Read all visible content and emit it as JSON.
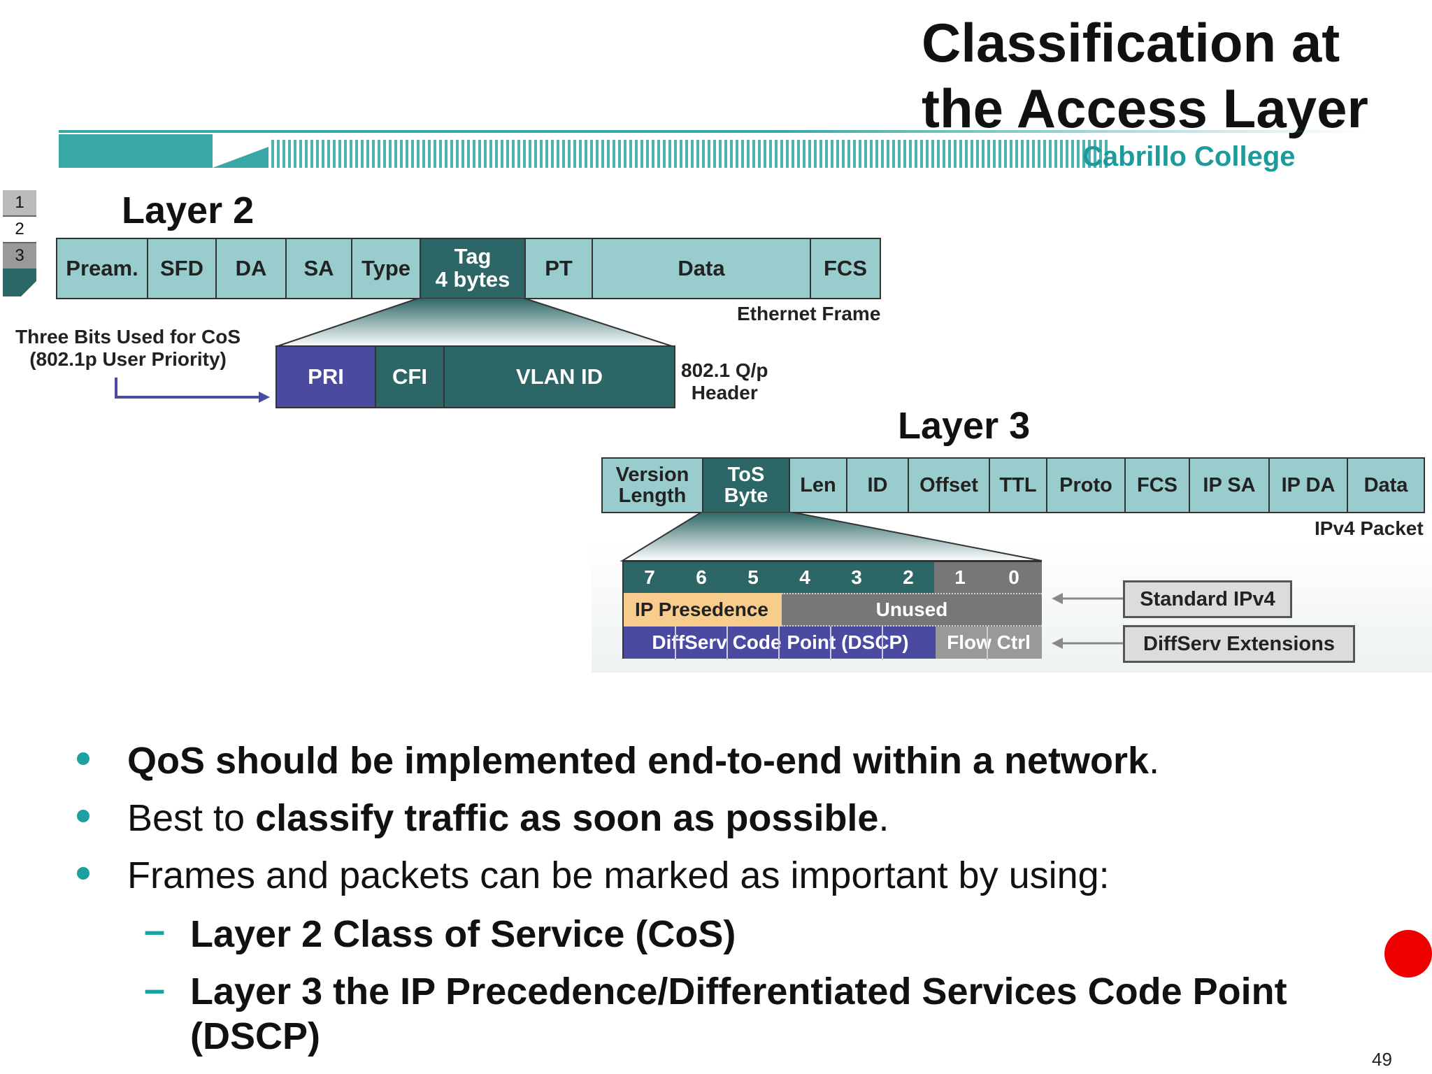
{
  "slide": {
    "title_line1": "Classification at",
    "title_line2": "the Access Layer",
    "college": "Cabrillo College",
    "page_number": "49"
  },
  "osi_badge": {
    "n1": "1",
    "n2": "2",
    "n3": "3"
  },
  "layer2": {
    "heading": "Layer 2",
    "fields": [
      "Pream.",
      "SFD",
      "DA",
      "SA",
      "Type",
      "Tag\n4 bytes",
      "PT",
      "Data",
      "FCS"
    ],
    "frame_label": "Ethernet Frame",
    "cos_note_line1": "Three Bits Used for CoS",
    "cos_note_line2": "(802.1p User Priority)",
    "header_fields": [
      "PRI",
      "CFI",
      "VLAN ID"
    ],
    "header_label_line1": "802.1 Q/p",
    "header_label_line2": "Header"
  },
  "layer3": {
    "heading": "Layer 3",
    "fields": [
      "Version\nLength",
      "ToS\nByte",
      "Len",
      "ID",
      "Offset",
      "TTL",
      "Proto",
      "FCS",
      "IP SA",
      "IP DA",
      "Data"
    ],
    "packet_label": "IPv4 Packet",
    "bits": [
      "7",
      "6",
      "5",
      "4",
      "3",
      "2",
      "1",
      "0"
    ],
    "ip_precedence": "IP Presedence",
    "unused": "Unused",
    "dscp": "DiffServ Code Point (DSCP)",
    "flow_ctrl": "Flow Ctrl",
    "standard_ipv4": "Standard IPv4",
    "diffserv_ext": "DiffServ Extensions"
  },
  "bullets": {
    "b1_bold": "QoS should be implemented end-to-end within a network",
    "b1_tail": ".",
    "b2_pre": "Best to ",
    "b2_bold": "classify traffic as soon as possible",
    "b2_tail": ".",
    "b3": "Frames and packets can be marked as important by using:",
    "sub1": "Layer 2 Class of Service (CoS)",
    "sub2_line1": "Layer 3 the IP Precedence/Differentiated Services Code Point",
    "sub2_line2": "(DSCP)"
  },
  "colors": {
    "teal_light": "#99cccc",
    "teal_dark": "#2d6666",
    "priority_blue": "#4a4aa0",
    "precedence_peach": "#f7cc8c",
    "bullet_teal": "#1fa0a0",
    "record_red": "#ee0000"
  }
}
